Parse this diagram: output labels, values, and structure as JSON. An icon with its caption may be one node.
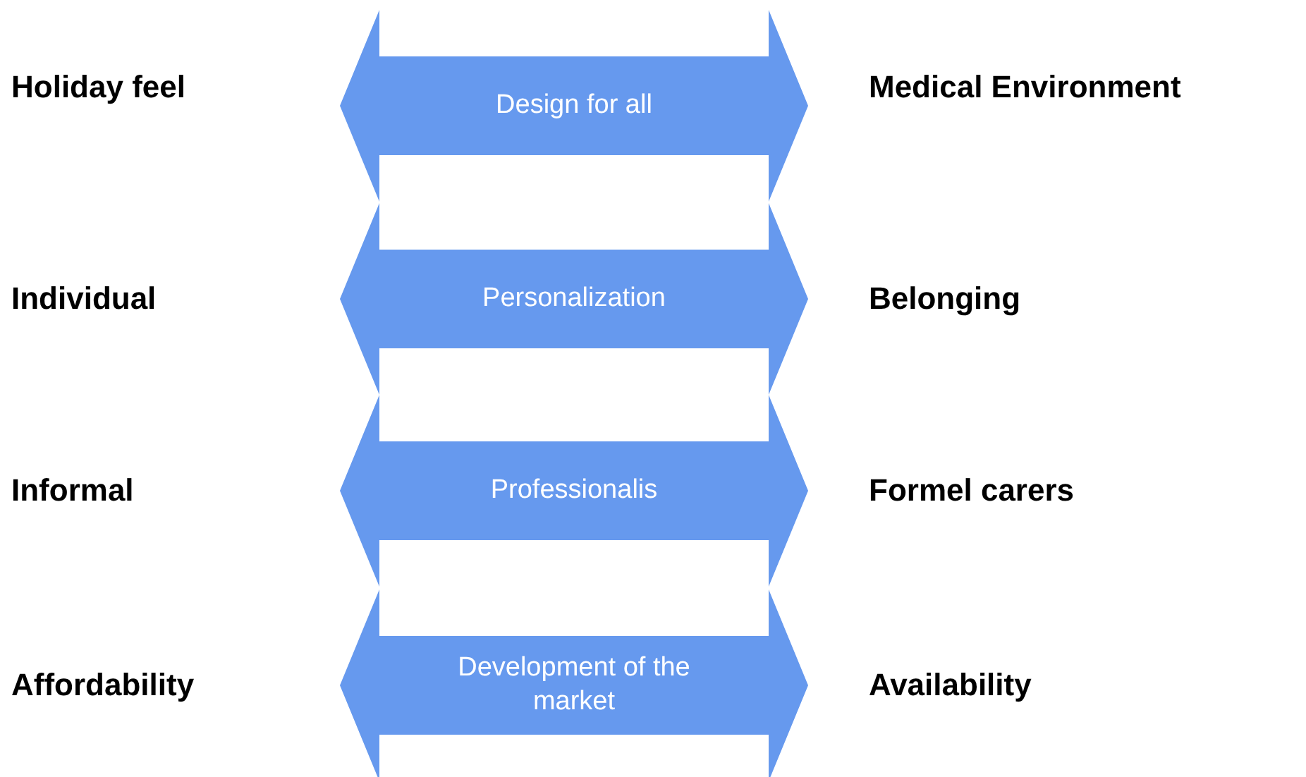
{
  "diagram": {
    "nodes": [
      {
        "text": [
          "Design for all"
        ]
      },
      {
        "text": [
          "Personalization"
        ]
      },
      {
        "text": [
          "Professionalis"
        ]
      },
      {
        "text": [
          "Development of the market"
        ]
      }
    ],
    "labels": [
      "Holiday feel",
      "Medical Environment",
      "Individual",
      "Belonging",
      "Informal",
      "Formel carers",
      "Affordability",
      "Availability"
    ]
  }
}
